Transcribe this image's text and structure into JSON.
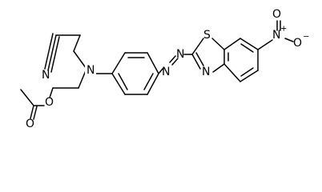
{
  "atoms": {
    "nitrile_n": "N",
    "amine_n": "N",
    "azo_n1": "N",
    "azo_n2": "N",
    "thiazole_s": "S",
    "thiazole_n": "N",
    "nitro_n": "N",
    "nitro_n_charge": "+",
    "nitro_o_top": "O",
    "nitro_o_right": "O",
    "nitro_o_charge": "−",
    "ester_o": "O",
    "carbonyl_o": "O"
  }
}
